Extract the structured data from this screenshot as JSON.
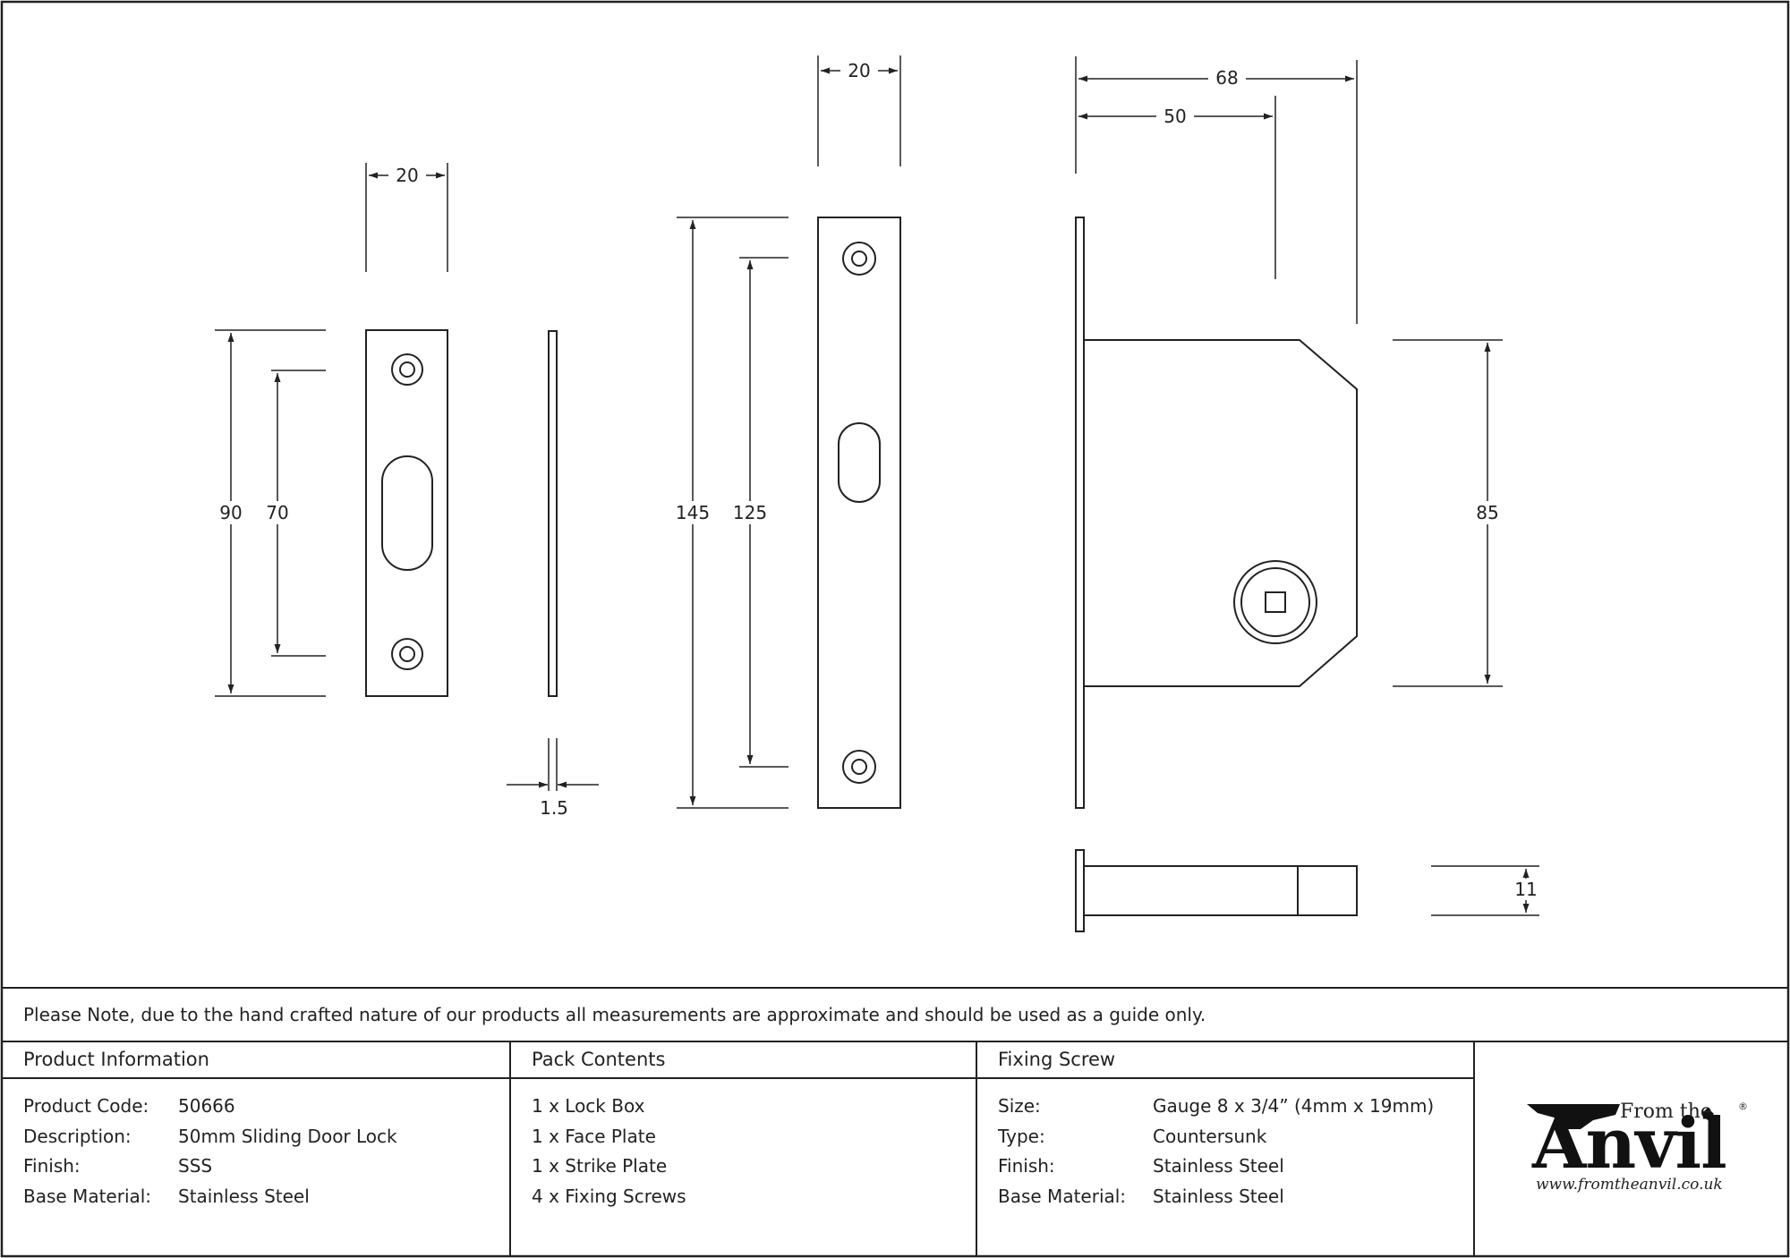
{
  "dimensions": {
    "strike_width": "20",
    "strike_height": "90",
    "strike_screw_centres": "70",
    "strike_thickness": "1.5",
    "face_width": "20",
    "face_height": "145",
    "face_screw_centres": "125",
    "case_overall_depth": "68",
    "backset": "50",
    "case_height": "85",
    "case_thickness": "11"
  },
  "note": "Please Note, due to the hand crafted nature of our products all measurements are approximate and should be used as a guide only.",
  "product_info": {
    "heading": "Product Information",
    "rows": [
      {
        "label": "Product Code:",
        "value": "50666"
      },
      {
        "label": "Description:",
        "value": "50mm Sliding Door Lock"
      },
      {
        "label": "Finish:",
        "value": "SSS"
      },
      {
        "label": "Base Material:",
        "value": "Stainless Steel"
      }
    ]
  },
  "pack_contents": {
    "heading": "Pack Contents",
    "items": [
      "1 x Lock Box",
      "1 x Face Plate",
      "1 x Strike Plate",
      "4 x Fixing Screws"
    ]
  },
  "fixing_screw": {
    "heading": "Fixing Screw",
    "rows": [
      {
        "label": "Size:",
        "value": "Gauge 8 x 3/4” (4mm x 19mm)"
      },
      {
        "label": "Type:",
        "value": "Countersunk"
      },
      {
        "label": "Finish:",
        "value": "Stainless Steel"
      },
      {
        "label": "Base Material:",
        "value": "Stainless Steel"
      }
    ]
  },
  "logo": {
    "from_text": "From the",
    "brand": "Anvil",
    "registered": "®",
    "url": "www.fromtheanvil.co.uk"
  }
}
